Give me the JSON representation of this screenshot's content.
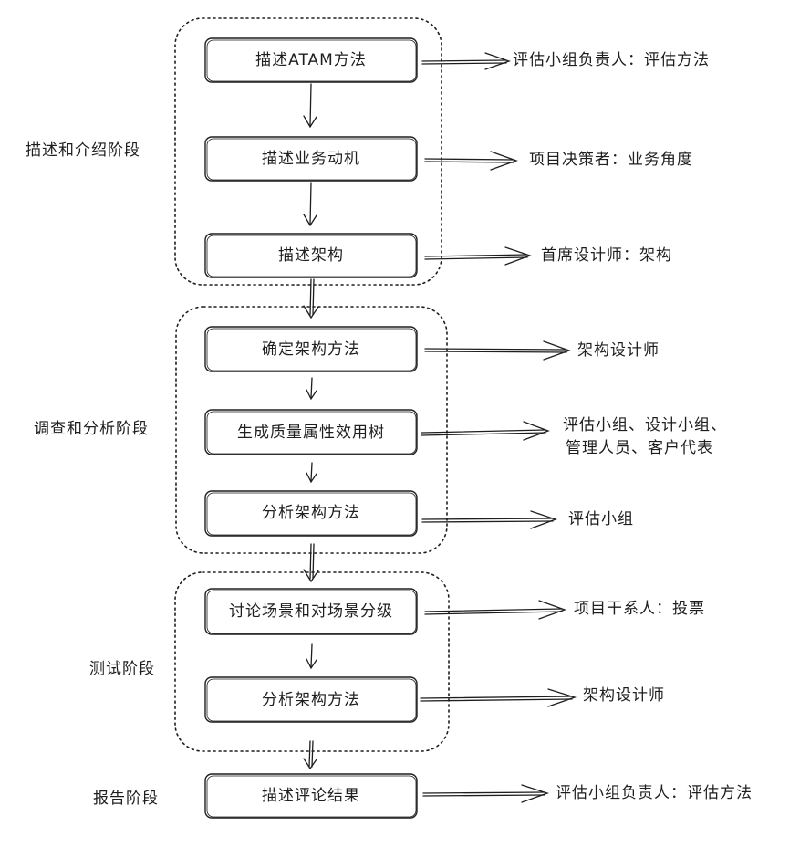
{
  "phases": [
    {
      "label": "描述和介绍阶段",
      "steps": [
        {
          "label": "描述ATAM方法",
          "responsible": [
            "评估小组负责人：评估方法"
          ]
        },
        {
          "label": "描述业务动机",
          "responsible": [
            "项目决策者：业务角度"
          ]
        },
        {
          "label": "描述架构",
          "responsible": [
            "首席设计师：架构"
          ]
        }
      ]
    },
    {
      "label": "调查和分析阶段",
      "steps": [
        {
          "label": "确定架构方法",
          "responsible": [
            "架构设计师"
          ]
        },
        {
          "label": "生成质量属性效用树",
          "responsible": [
            "评估小组、设计小组、",
            "管理人员、客户代表"
          ]
        },
        {
          "label": "分析架构方法",
          "responsible": [
            "评估小组"
          ]
        }
      ]
    },
    {
      "label": "测试阶段",
      "steps": [
        {
          "label": "讨论场景和对场景分级",
          "responsible": [
            "项目干系人：投票"
          ]
        },
        {
          "label": "分析架构方法",
          "responsible": [
            "架构设计师"
          ]
        }
      ]
    },
    {
      "label": "报告阶段",
      "steps": [
        {
          "label": "描述评论结果",
          "responsible": [
            "评估小组负责人：评估方法"
          ]
        }
      ]
    }
  ]
}
